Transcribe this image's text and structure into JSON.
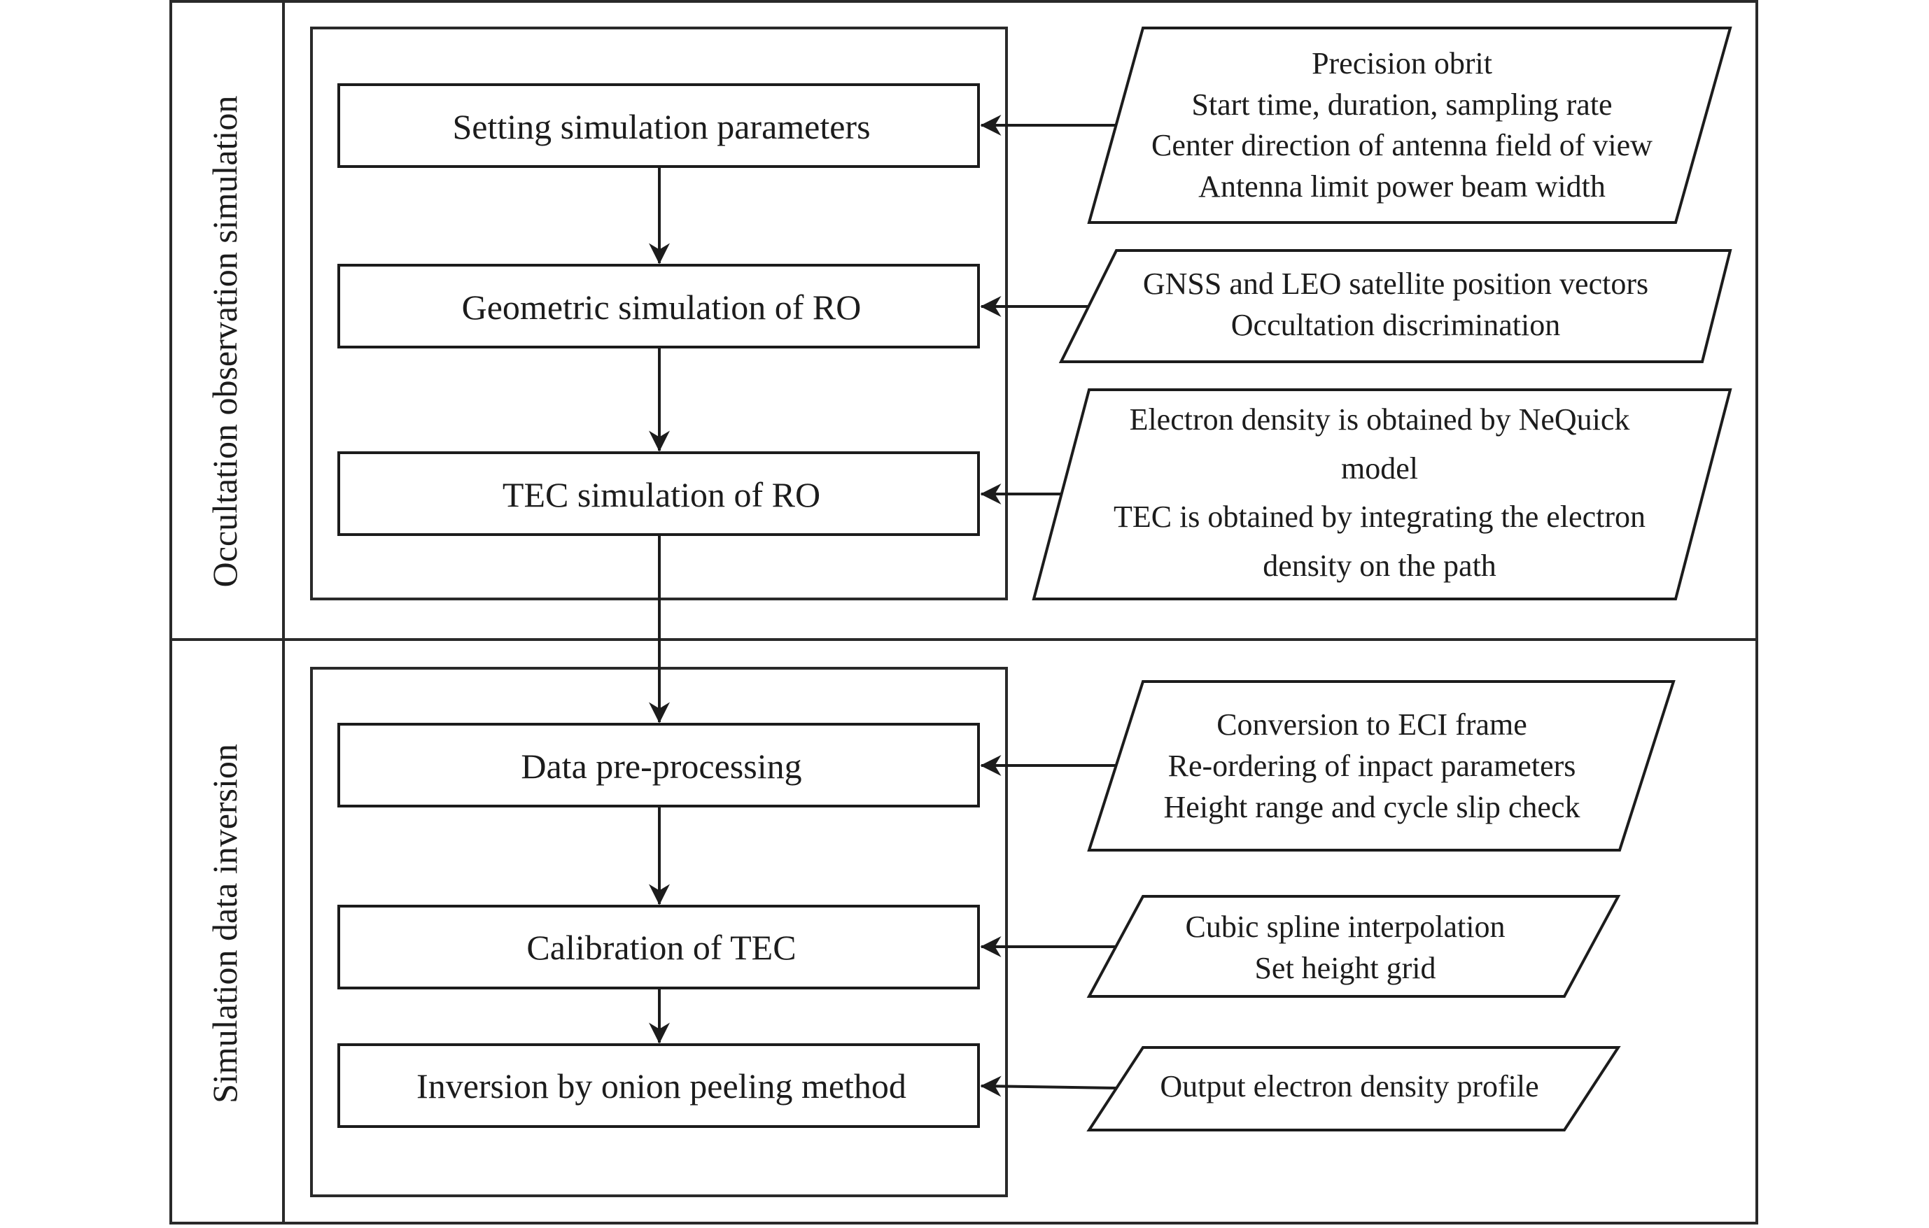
{
  "sections": [
    {
      "label": "Occultation observation simulation"
    },
    {
      "label": "Simulation data inversion"
    }
  ],
  "process_steps": [
    {
      "label": "Setting simulation parameters"
    },
    {
      "label": "Geometric simulation of RO"
    },
    {
      "label": "TEC simulation of RO"
    },
    {
      "label": "Data pre-processing"
    },
    {
      "label": "Calibration of TEC"
    },
    {
      "label": "Inversion by onion peeling method"
    }
  ],
  "inputs": [
    {
      "lines": [
        "Precision obrit",
        "Start time, duration, sampling rate",
        "Center direction of antenna field of view",
        "Antenna limit power beam width"
      ]
    },
    {
      "lines": [
        "GNSS and LEO satellite position vectors",
        "Occultation discrimination"
      ]
    },
    {
      "lines": [
        "Electron density is obtained by NeQuick",
        "model",
        "TEC is obtained by integrating the electron",
        "density on the path"
      ]
    },
    {
      "lines": [
        "Conversion to ECI frame",
        "Re-ordering of inpact parameters",
        "Height range and cycle slip check"
      ]
    },
    {
      "lines": [
        "Cubic spline interpolation",
        "Set height grid"
      ]
    },
    {
      "lines": [
        "Output electron density profile"
      ]
    }
  ]
}
